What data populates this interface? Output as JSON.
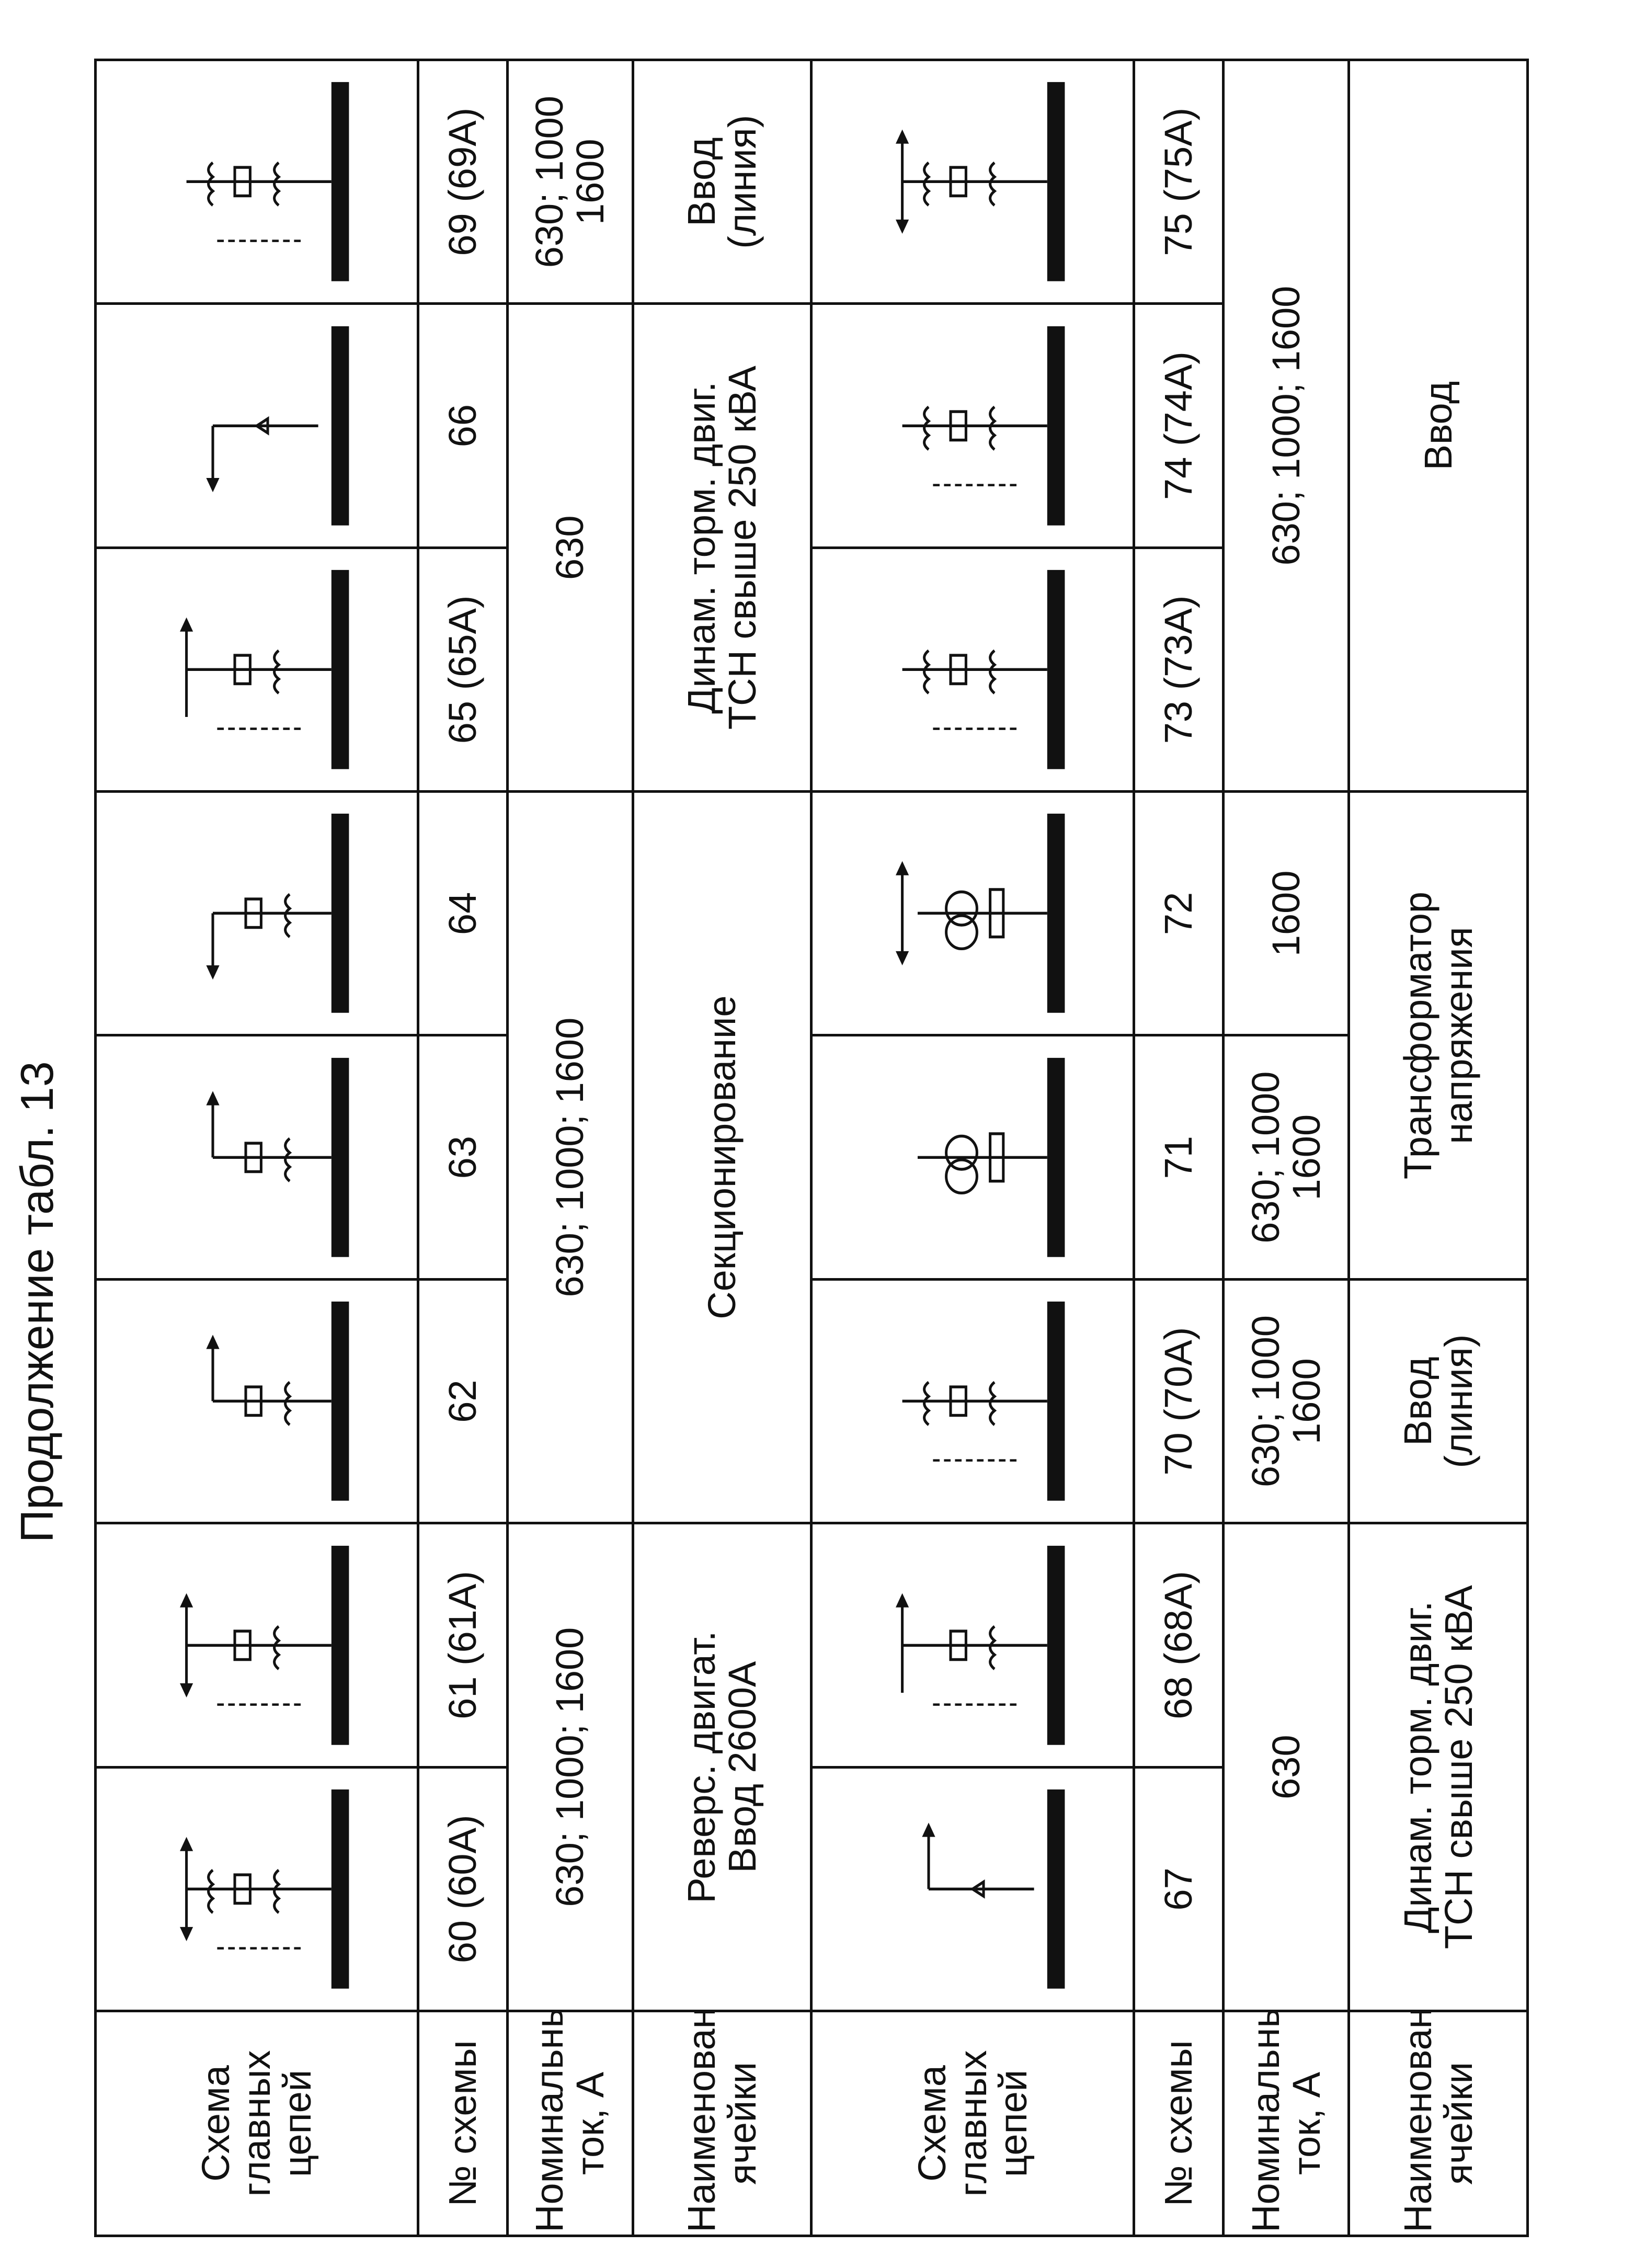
{
  "page": {
    "title": "Продолжение табл. 13"
  },
  "row_labels": {
    "scheme": "Схема\nглавных\nцепей",
    "number": "№ схемы",
    "current": "Номинальный\nток, А",
    "name": "Наименование\nячейки"
  },
  "block1": {
    "numbers": [
      "60 (60A)",
      "61 (61A)",
      "62",
      "63",
      "64",
      "65 (65A)",
      "66",
      "69 (69A)"
    ],
    "current_a": "630; 1000; 1600",
    "current_b": "630; 1000; 1600",
    "current_c": "630",
    "current_d": "630; 1000\n1600",
    "name_a": "Реверс. двигат.\nВвод 2600А",
    "name_b": "Секционирование",
    "name_c": "Динам. торм. двиг.\nТСН свыше 250 кВА",
    "name_d": "Ввод\n(линия)"
  },
  "block2": {
    "numbers": [
      "67",
      "68 (68A)",
      "70 (70A)",
      "71",
      "72",
      "73 (73A)",
      "74 (74A)",
      "75 (75A)"
    ],
    "current_a": "630",
    "current_b": "630; 1000\n1600",
    "current_c": "630; 1000\n1600",
    "current_d": "1600",
    "current_e": "630; 1000; 1600",
    "name_a": "Динам. торм. двиг.\nТСН свыше 250 кВА",
    "name_b": "Ввод\n(линия)",
    "name_c": "Трансформатор\nнапряжения",
    "name_d": "Ввод"
  }
}
